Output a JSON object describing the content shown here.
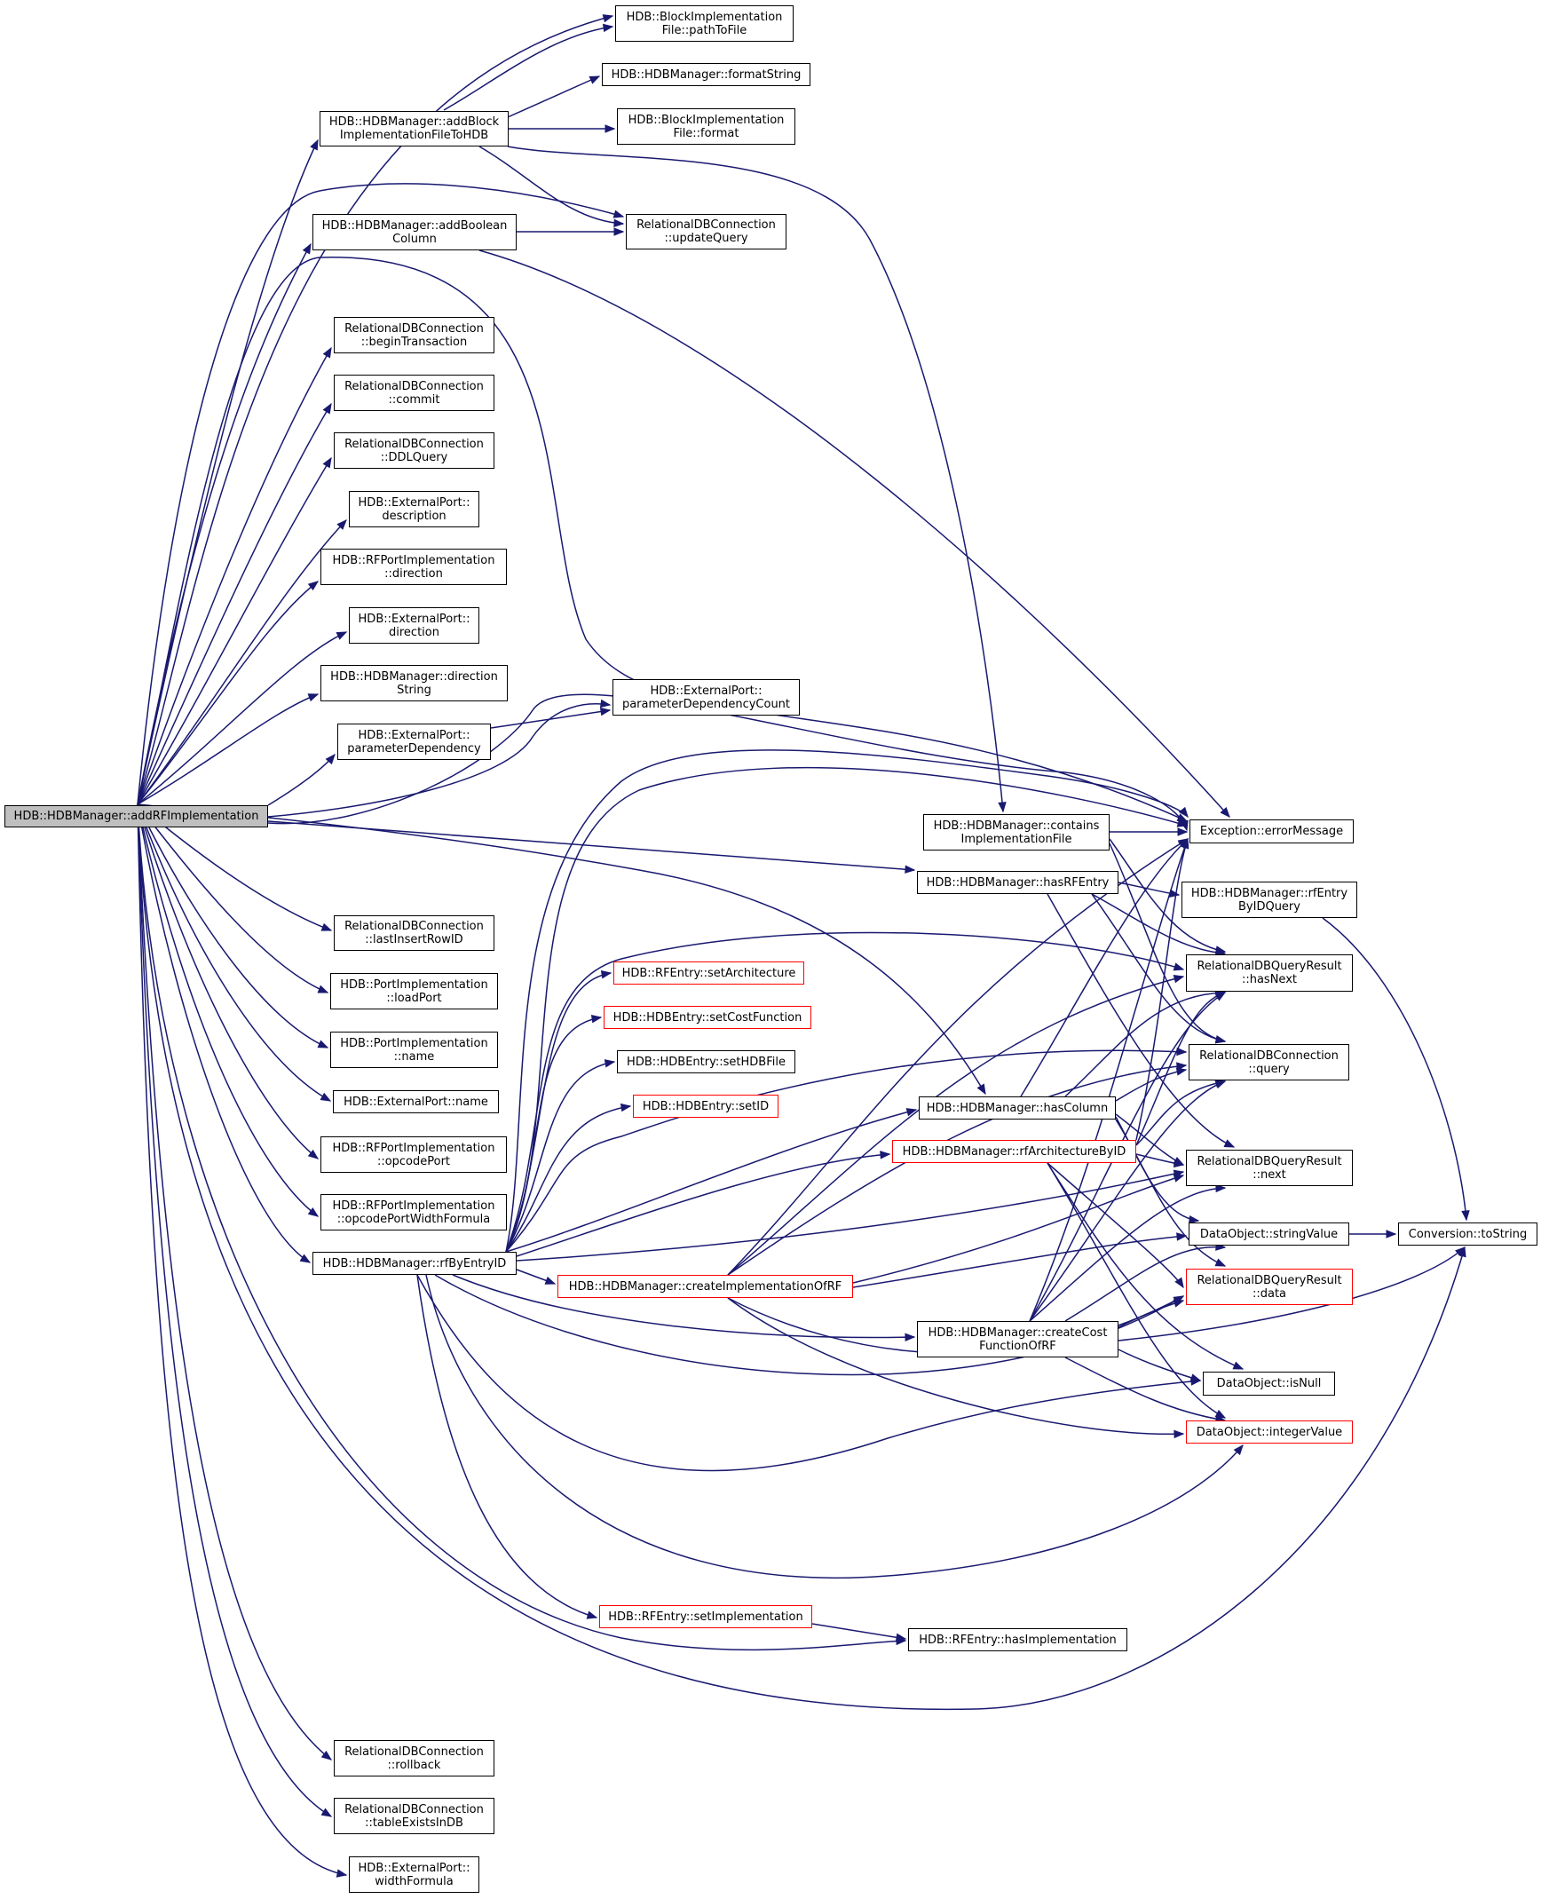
{
  "colors": {
    "edge": "#191970",
    "border": "#000000",
    "red_border": "#ff0000",
    "root_fill": "#bfbfbf",
    "background": "#ffffff"
  },
  "nodes": {
    "root": "HDB::HDBManager::addRFImplementation",
    "pathToFile": "HDB::BlockImplementation\nFile::pathToFile",
    "addBlockImpl": "HDB::HDBManager::addBlock\nImplementationFileToHDB",
    "formatString": "HDB::HDBManager::formatString",
    "bifFormat": "HDB::BlockImplementation\nFile::format",
    "addBoolean": "HDB::HDBManager::addBoolean\nColumn",
    "updateQuery": "RelationalDBConnection\n::updateQuery",
    "beginTransaction": "RelationalDBConnection\n::beginTransaction",
    "commit": "RelationalDBConnection\n::commit",
    "ddlQuery": "RelationalDBConnection\n::DDLQuery",
    "epDescription": "HDB::ExternalPort::\ndescription",
    "rfpiDirection": "HDB::RFPortImplementation\n::direction",
    "epDirection": "HDB::ExternalPort::\ndirection",
    "directionString": "HDB::HDBManager::direction\nString",
    "paramDepCount": "HDB::ExternalPort::\nparameterDependencyCount",
    "paramDep": "HDB::ExternalPort::\nparameterDependency",
    "containsImpl": "HDB::HDBManager::contains\nImplementationFile",
    "errorMessage": "Exception::errorMessage",
    "hasRFEntry": "HDB::HDBManager::hasRFEntry",
    "rfEntryById": "HDB::HDBManager::rfEntry\nByIDQuery",
    "lastInsertRowId": "RelationalDBConnection\n::lastInsertRowID",
    "loadPort": "HDB::PortImplementation\n::loadPort",
    "setArchitecture": "HDB::RFEntry::setArchitecture",
    "hasNext": "RelationalDBQueryResult\n::hasNext",
    "setCostFunction": "HDB::HDBEntry::setCostFunction",
    "piName": "HDB::PortImplementation\n::name",
    "setHDBFile": "HDB::HDBEntry::setHDBFile",
    "query": "RelationalDBConnection\n::query",
    "epName": "HDB::ExternalPort::name",
    "setID": "HDB::HDBEntry::setID",
    "hasColumn": "HDB::HDBManager::hasColumn",
    "opcodePort": "HDB::RFPortImplementation\n::opcodePort",
    "rfArchById": "HDB::HDBManager::rfArchitectureByID",
    "next": "RelationalDBQueryResult\n::next",
    "opcodePortWidth": "HDB::RFPortImplementation\n::opcodePortWidthFormula",
    "rfByEntryId": "HDB::HDBManager::rfByEntryID",
    "stringValue": "DataObject::stringValue",
    "toString": "Conversion::toString",
    "createImplRF": "HDB::HDBManager::createImplementationOfRF",
    "data": "RelationalDBQueryResult\n::data",
    "createCostRF": "HDB::HDBManager::createCost\nFunctionOfRF",
    "isNull": "DataObject::isNull",
    "integerValue": "DataObject::integerValue",
    "setImplementation": "HDB::RFEntry::setImplementation",
    "hasImplementation": "HDB::RFEntry::hasImplementation",
    "rollback": "RelationalDBConnection\n::rollback",
    "tableExists": "RelationalDBConnection\n::tableExistsInDB",
    "widthFormula": "HDB::ExternalPort::\nwidthFormula"
  }
}
